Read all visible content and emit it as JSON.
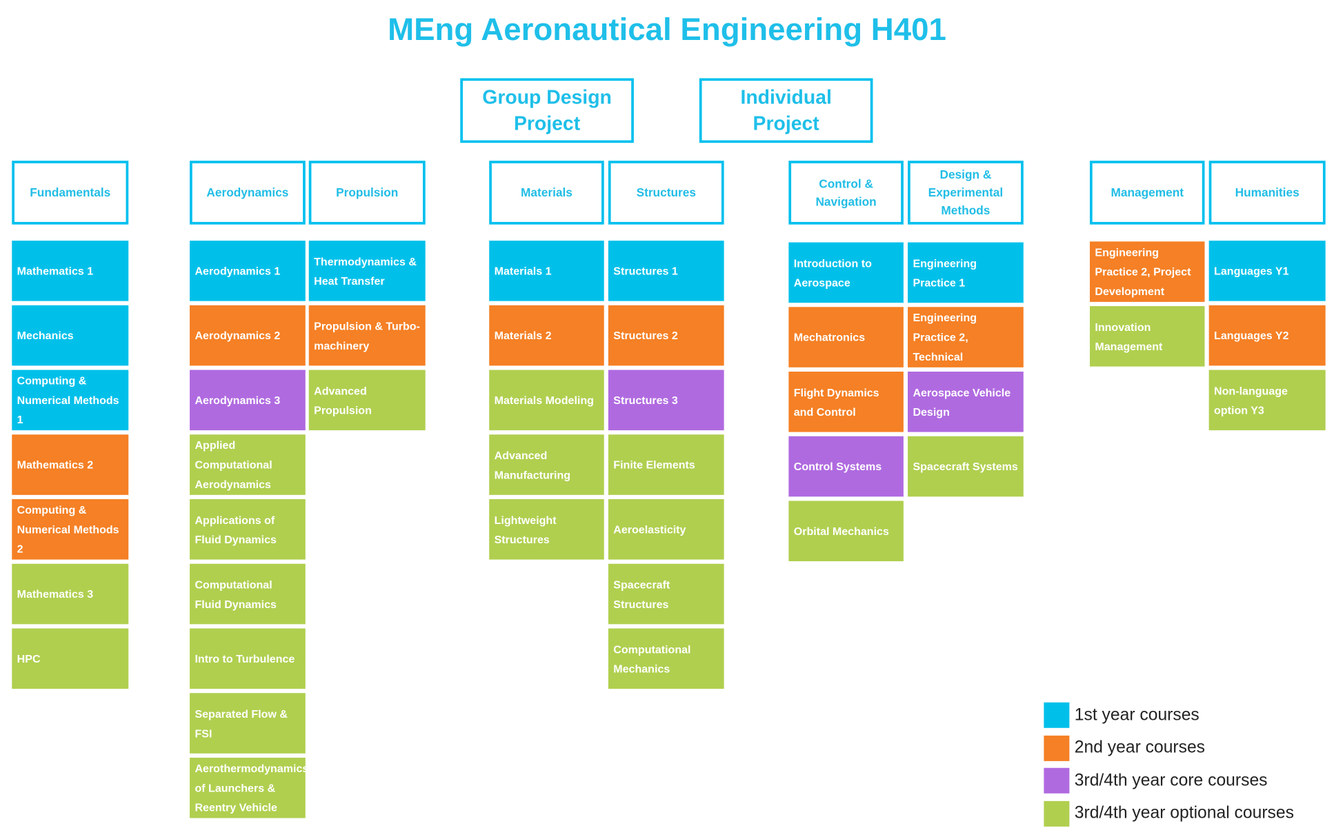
{
  "title": "MEng Aeronautical Engineering H401",
  "projects": [
    "Group Design Project",
    "Individual Project"
  ],
  "colors": {
    "y1": "#00c0ea",
    "y2": "#f58025",
    "core": "#b06ae0",
    "opt": "#b0cf4f"
  },
  "columns": [
    {
      "header": "Fundamentals",
      "courses": [
        {
          "name": "Mathematics 1",
          "type": "y1"
        },
        {
          "name": "Mechanics",
          "type": "y1"
        },
        {
          "name": "Computing & Numerical Methods 1",
          "type": "y1"
        },
        {
          "name": "Mathematics 2",
          "type": "y2"
        },
        {
          "name": "Computing & Numerical Methods 2",
          "type": "y2"
        },
        {
          "name": "Mathematics 3",
          "type": "opt"
        },
        {
          "name": "HPC",
          "type": "opt"
        }
      ]
    },
    {
      "header": "Aerodynamics",
      "courses": [
        {
          "name": "Aerodynamics 1",
          "type": "y1"
        },
        {
          "name": "Aerodynamics 2",
          "type": "y2"
        },
        {
          "name": "Aerodynamics 3",
          "type": "core"
        },
        {
          "name": "Applied Computational Aerodynamics",
          "type": "opt"
        },
        {
          "name": "Applications of Fluid Dynamics",
          "type": "opt"
        },
        {
          "name": "Computational Fluid Dynamics",
          "type": "opt"
        },
        {
          "name": "Intro to Turbulence",
          "type": "opt"
        },
        {
          "name": "Separated Flow & FSI",
          "type": "opt"
        },
        {
          "name": "Aerothermodynamics of Launchers & Reentry Vehicle",
          "type": "opt"
        }
      ]
    },
    {
      "header": "Propulsion",
      "courses": [
        {
          "name": "Thermodynamics & Heat Transfer",
          "type": "y1"
        },
        {
          "name": "Propulsion & Turbo-machinery",
          "type": "y2"
        },
        {
          "name": "Advanced Propulsion",
          "type": "opt"
        }
      ]
    },
    {
      "header": "Materials",
      "courses": [
        {
          "name": "Materials 1",
          "type": "y1"
        },
        {
          "name": "Materials 2",
          "type": "y2"
        },
        {
          "name": "Materials Modeling",
          "type": "opt"
        },
        {
          "name": "Advanced Manufacturing",
          "type": "opt"
        },
        {
          "name": "Lightweight Structures",
          "type": "opt"
        }
      ]
    },
    {
      "header": "Structures",
      "courses": [
        {
          "name": "Structures 1",
          "type": "y1"
        },
        {
          "name": "Structures 2",
          "type": "y2"
        },
        {
          "name": "Structures 3",
          "type": "core"
        },
        {
          "name": "Finite Elements",
          "type": "opt"
        },
        {
          "name": "Aeroelasticity",
          "type": "opt"
        },
        {
          "name": "Spacecraft Structures",
          "type": "opt"
        },
        {
          "name": "Computational Mechanics",
          "type": "opt"
        }
      ]
    },
    {
      "header": "Control & Navigation",
      "courses": [
        {
          "name": "Introduction to Aerospace",
          "type": "y1"
        },
        {
          "name": "Mechatronics",
          "type": "y2"
        },
        {
          "name": "Flight Dynamics and Control",
          "type": "y2"
        },
        {
          "name": "Control Systems",
          "type": "core"
        },
        {
          "name": "Orbital Mechanics",
          "type": "opt"
        }
      ]
    },
    {
      "header": "Design & Experimental Methods",
      "courses": [
        {
          "name": "Engineering Practice 1",
          "type": "y1"
        },
        {
          "name": "Engineering Practice 2, Technical",
          "type": "y2"
        },
        {
          "name": "Aerospace Vehicle Design",
          "type": "core"
        },
        {
          "name": "Spacecraft Systems",
          "type": "opt"
        }
      ]
    },
    {
      "header": "Management",
      "courses": [
        {
          "name": "Engineering Practice 2, Project Development",
          "type": "y2"
        },
        {
          "name": "Innovation Management",
          "type": "opt"
        }
      ]
    },
    {
      "header": "Humanities",
      "courses": [
        {
          "name": "Languages Y1",
          "type": "y1"
        },
        {
          "name": "Languages Y2",
          "type": "y2"
        },
        {
          "name": "Non-language option Y3",
          "type": "opt"
        }
      ]
    }
  ],
  "legend": [
    {
      "label": "1st year courses",
      "type": "y1"
    },
    {
      "label": "2nd year courses",
      "type": "y2"
    },
    {
      "label": "3rd/4th year core courses",
      "type": "core"
    },
    {
      "label": "3rd/4th year optional courses",
      "type": "opt"
    }
  ]
}
